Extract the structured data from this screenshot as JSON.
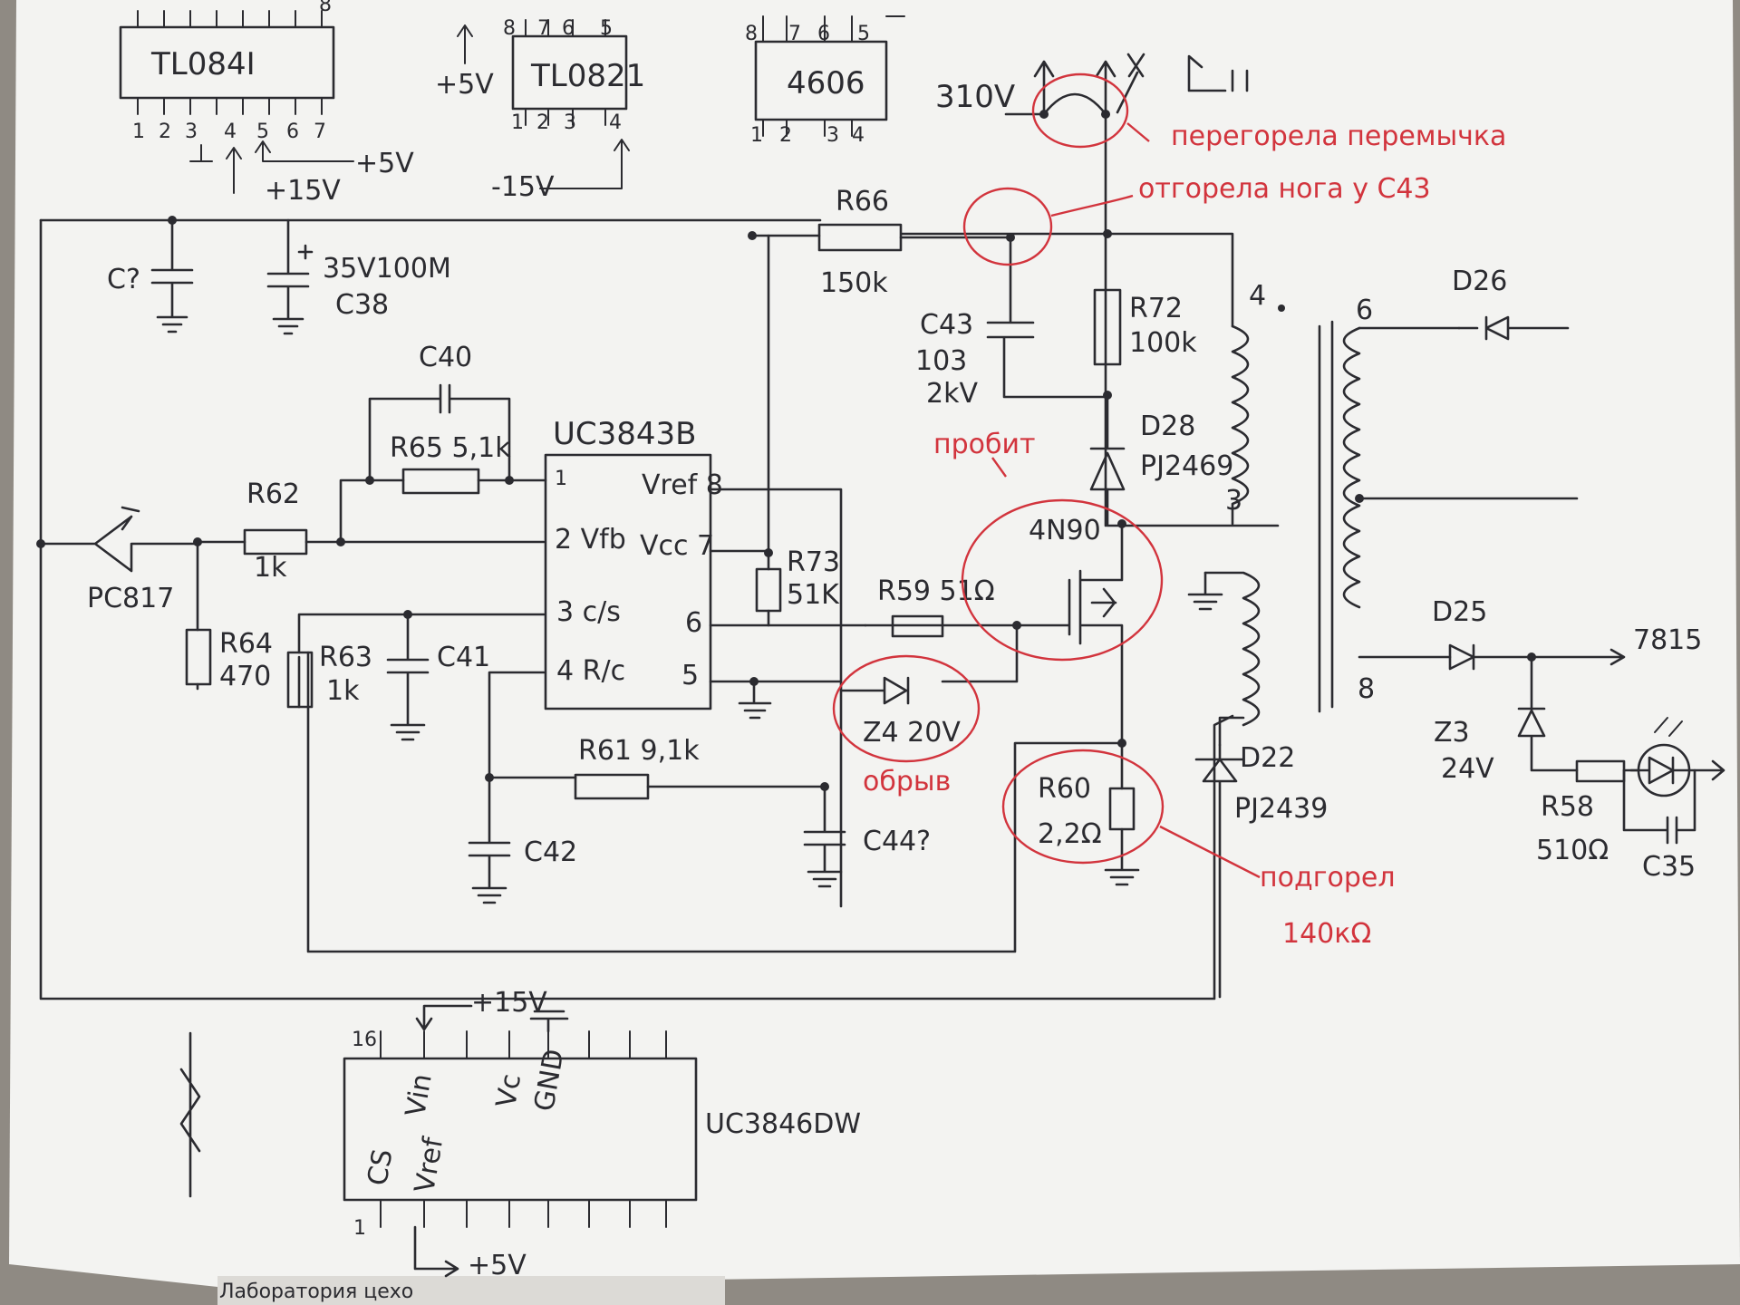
{
  "colors": {
    "ink": "#2b2b30",
    "annotation": "#d2343d",
    "paper": "#f3f3f1"
  },
  "ic_top": {
    "tl084": {
      "name": "TL084I",
      "pins_top": [
        "8"
      ],
      "pins_bottom": [
        "1",
        "2",
        "3",
        "4",
        "5",
        "6",
        "7"
      ],
      "supply_a": "+15V",
      "supply_b": "+5V"
    },
    "tl082": {
      "name": "TL0821",
      "pins_top": [
        "8",
        "7",
        "6",
        "5"
      ],
      "pins_bottom": [
        "1",
        "2",
        "3",
        "4"
      ],
      "supply_pos": "+5V",
      "supply_neg": "-15V"
    },
    "ic4606": {
      "name": "4606",
      "pins_top": [
        "8",
        "7",
        "6",
        "5"
      ],
      "pins_bottom": [
        "1",
        "2",
        "3",
        "4"
      ]
    }
  },
  "hv": {
    "label": "310V"
  },
  "controller": {
    "name": "UC3843B",
    "pins": {
      "p1": "1",
      "p2": "2 Vfb",
      "p3": "3 c/s",
      "p4": "4 R/c",
      "p5": "5",
      "p6": "6",
      "p7": "Vcc 7",
      "p8": "Vref 8"
    }
  },
  "components": {
    "c_unknown": "C?",
    "c38": {
      "value": "35V100M",
      "name": "C38"
    },
    "c40": "C40",
    "r65": "R65 5,1k",
    "r62": {
      "name": "R62",
      "value": "1k"
    },
    "pc817": "PC817",
    "r64": {
      "name": "R64",
      "value": "470"
    },
    "r63": {
      "name": "R63",
      "value": "1k"
    },
    "c41": "C41",
    "r61": "R61 9,1k",
    "c42": "C42",
    "c44": "C44?",
    "r66": {
      "name": "R66",
      "value": "150k"
    },
    "c43": {
      "name": "C43",
      "value": "103",
      "voltage": "2kV"
    },
    "r72": {
      "name": "R72",
      "value": "100k"
    },
    "d28": {
      "name": "D28",
      "part": "PJ2469"
    },
    "r73": {
      "name": "R73",
      "value": "51K"
    },
    "r59": "R59 51Ω",
    "z4": "Z4 20V",
    "mosfet": "4N90",
    "r60": {
      "name": "R60",
      "value": "2,2Ω"
    },
    "d22": {
      "name": "D22",
      "part": "PJ2439"
    },
    "transformer": {
      "pin4": "4",
      "pin3": "3",
      "pin6": "6",
      "pin8": "8"
    },
    "d26": "D26",
    "d25": "D25",
    "reg7815": "7815",
    "z3": {
      "name": "Z3",
      "value": "24V"
    },
    "r58": {
      "name": "R58",
      "value": "510Ω"
    },
    "c35": "C35"
  },
  "annotations": {
    "jumper": "перегорела перемычка",
    "c43_leg": "отгорела нога у C43",
    "breakdown": "пробит",
    "open": "обрыв",
    "burned": "подгорел",
    "burned_value": "140кΩ"
  },
  "ic_bottom": {
    "name": "UC3846DW",
    "pin16": "16",
    "pin1": "1",
    "vin": "Vin",
    "vc": "Vc",
    "gnd": "GND",
    "cs": "CS",
    "vref": "Vref",
    "supply_top": "+15V",
    "supply_bottom": "+5V"
  },
  "footer": {
    "text": "Лаборатория цехо"
  }
}
